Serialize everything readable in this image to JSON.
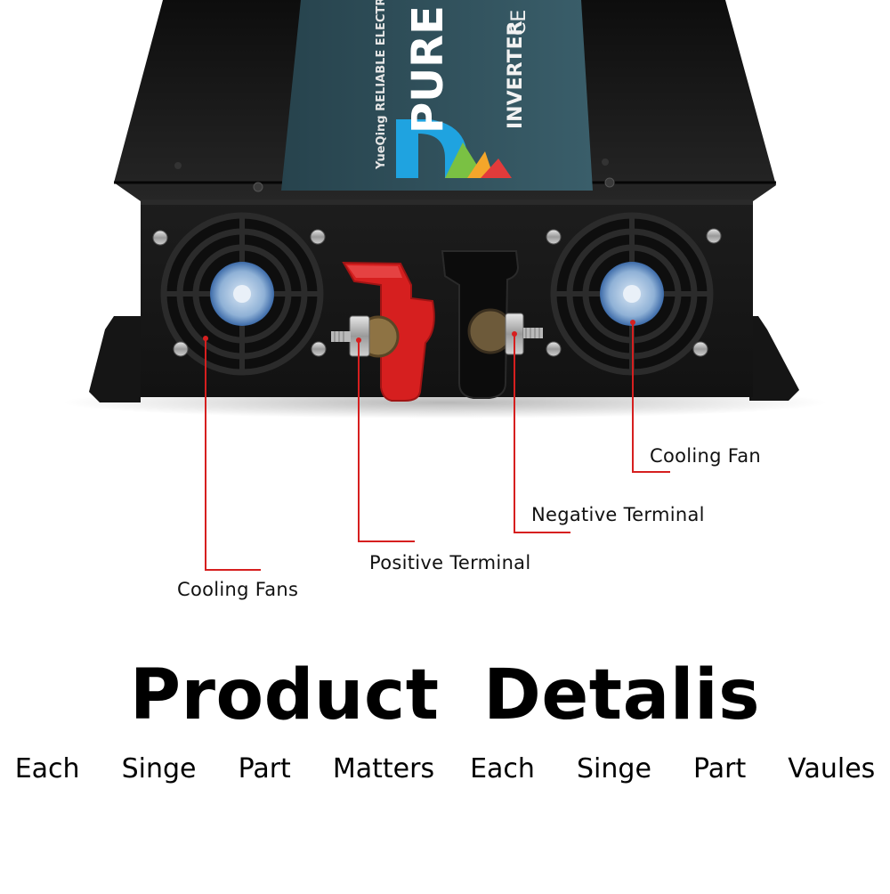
{
  "label_panel": {
    "brand_text": "YueQing RELIABLE ELECTRIC",
    "title_text": "PURE SINE",
    "subtitle_text": "INVERTER",
    "ce_mark": "CE",
    "logo_letter": "R"
  },
  "callouts": {
    "cooling_fans": "Cooling Fans",
    "positive_terminal": "Positive Terminal",
    "negative_terminal": "Negative Terminal",
    "cooling_fan": "Cooling Fan"
  },
  "headline": {
    "word1": "Product",
    "word2": "Detalis"
  },
  "tagline": {
    "left": "Each  Singe  Part  Matters",
    "right": "Each  Singe  Part  Vaules"
  },
  "colors": {
    "housing": "#1b1b1b",
    "label_panel": "#2e4d58",
    "positive_cap": "#d61f1f",
    "callout_line": "#d61f1f",
    "text": "#000000"
  }
}
